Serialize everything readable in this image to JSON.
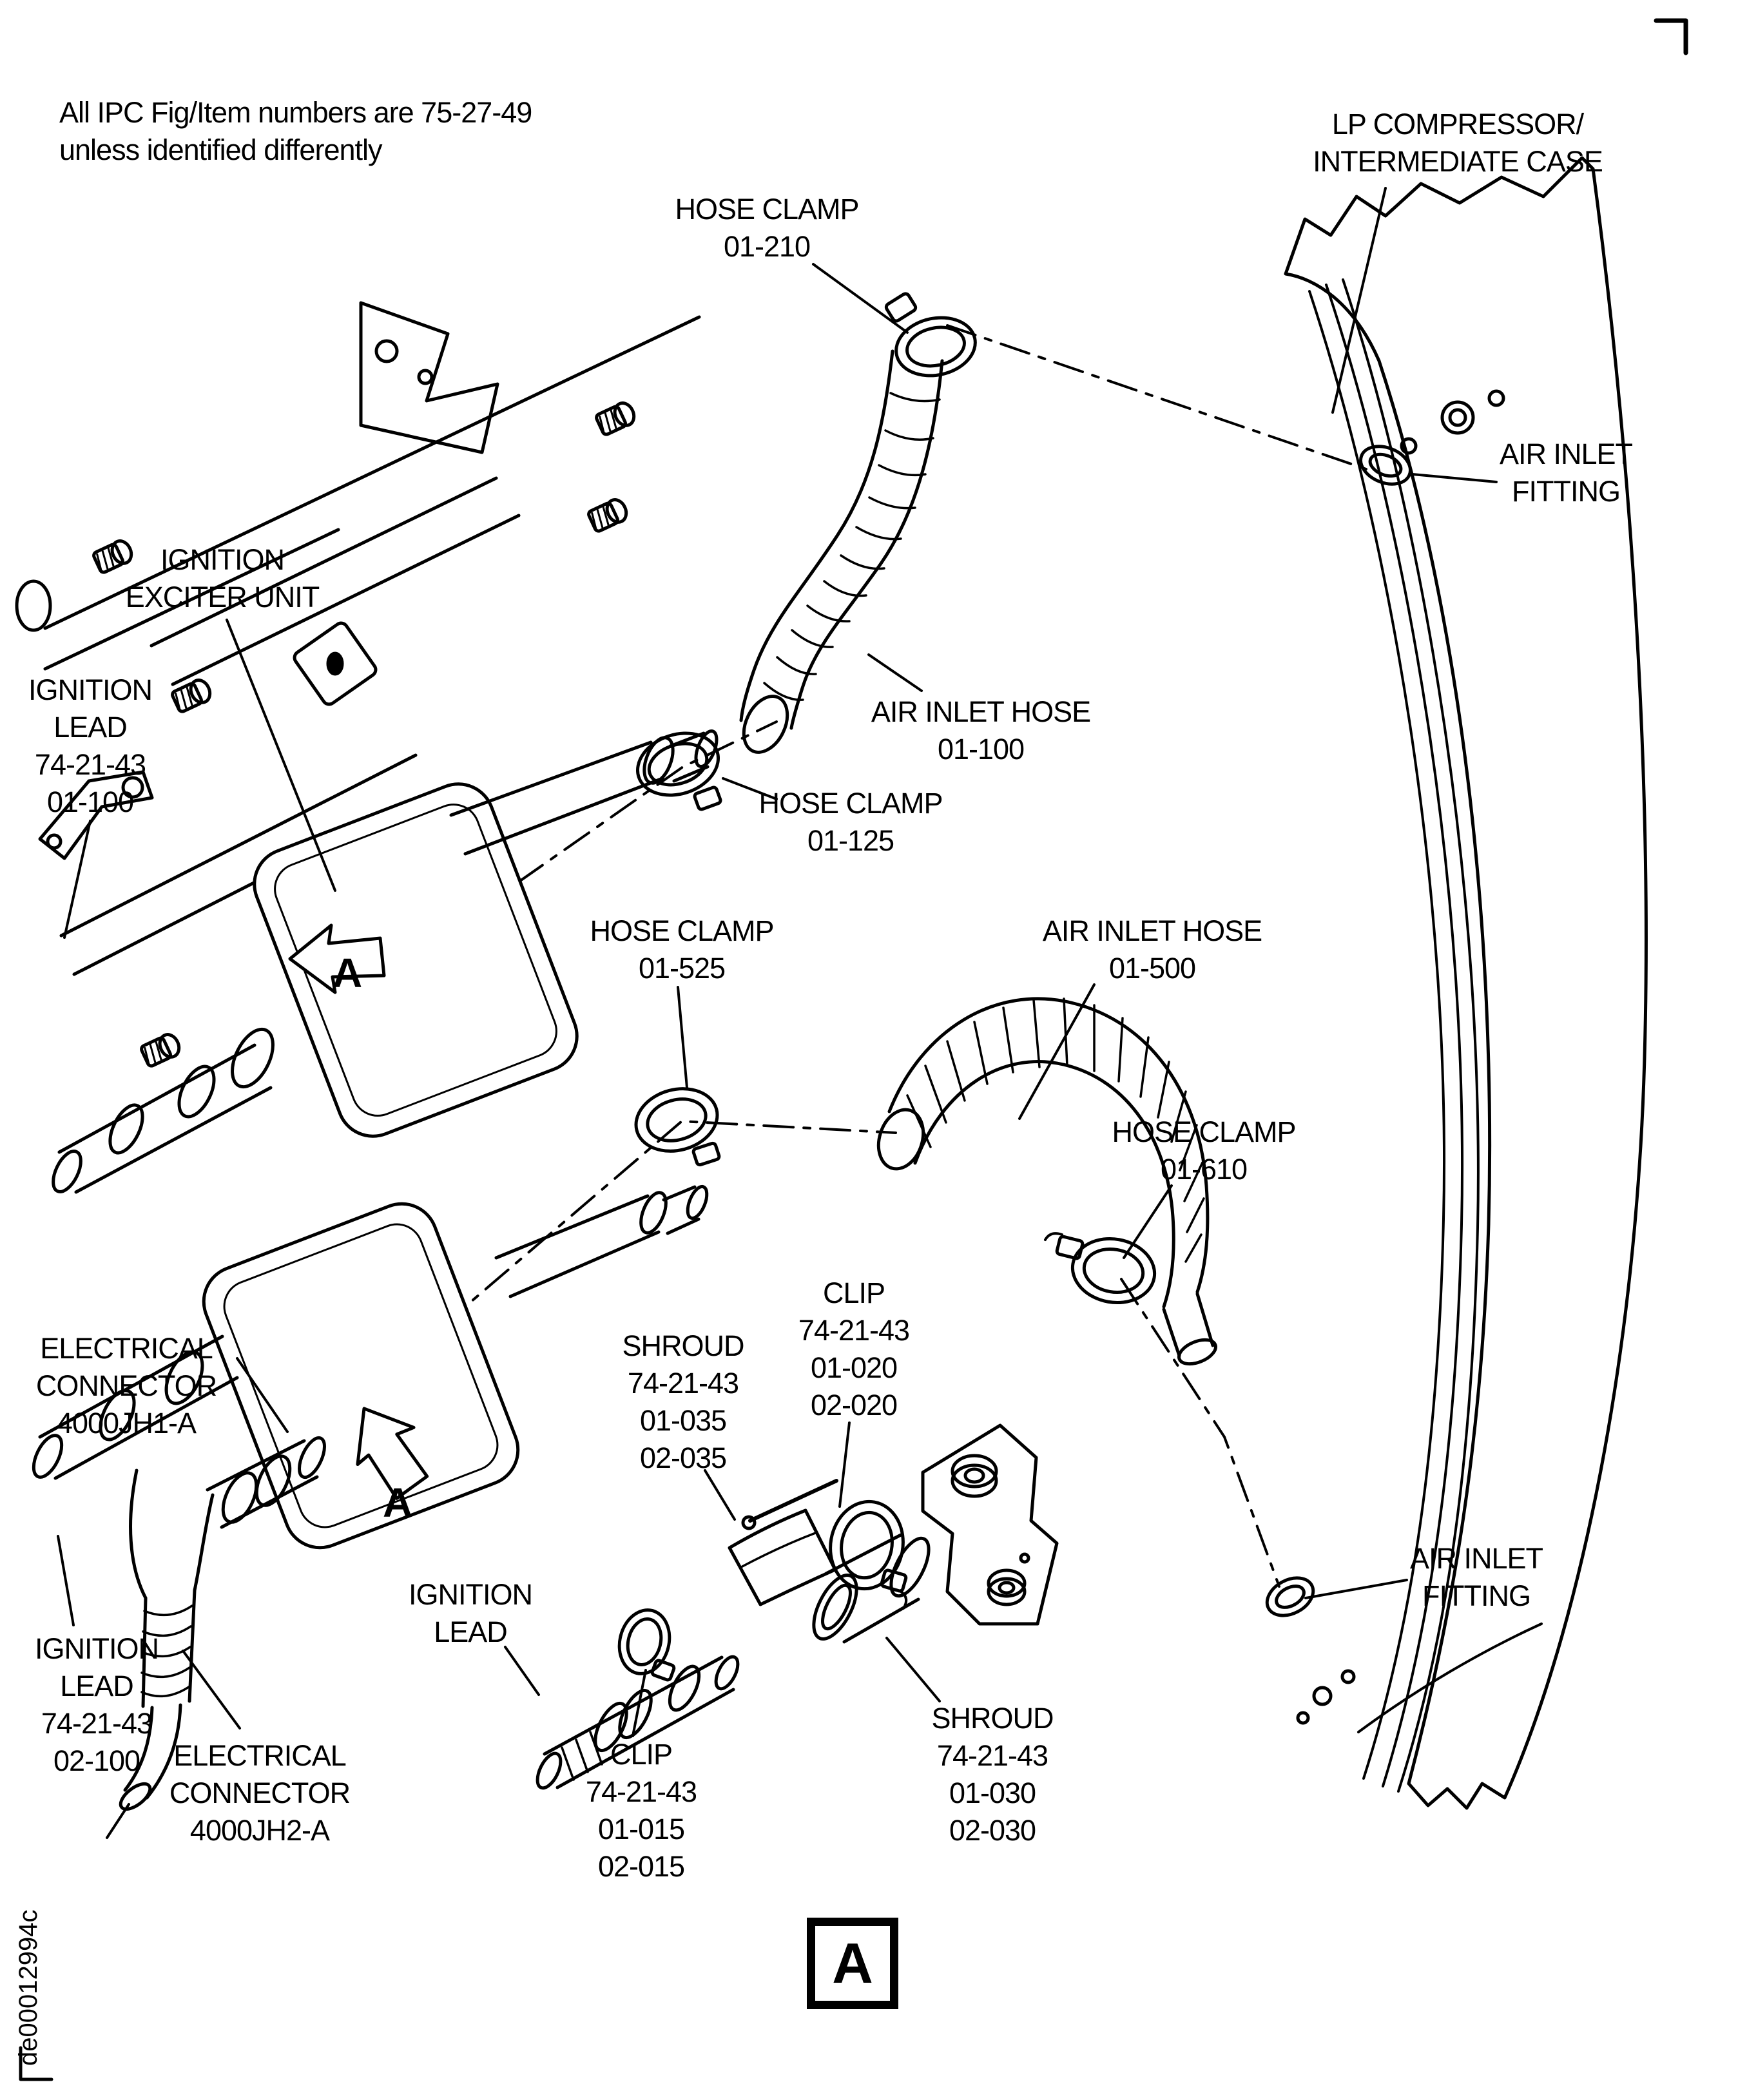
{
  "figure": {
    "note_line1": "All IPC Fig/Item numbers are 75-27-49",
    "note_line2": "unless identified differently",
    "doc_code": "de00012994c",
    "detail_letter": "A",
    "view_arrow_letter": "A",
    "ink_color": "#000000",
    "paper_color": "#ffffff"
  },
  "labels": {
    "lp_case": [
      "LP COMPRESSOR/",
      "INTERMEDIATE CASE"
    ],
    "hose_clamp_210": [
      "HOSE CLAMP",
      "01-210"
    ],
    "air_inlet_fitting_top": [
      "AIR INLET",
      "FITTING"
    ],
    "ignition_exciter_unit": [
      "IGNITION",
      "EXCITER UNIT"
    ],
    "ignition_lead_top": [
      "IGNITION",
      "LEAD",
      "74-21-43",
      "01-100"
    ],
    "air_inlet_hose_100": [
      "AIR INLET HOSE",
      "01-100"
    ],
    "hose_clamp_125": [
      "HOSE CLAMP",
      "01-125"
    ],
    "hose_clamp_525": [
      "HOSE CLAMP",
      "01-525"
    ],
    "air_inlet_hose_500": [
      "AIR INLET HOSE",
      "01-500"
    ],
    "hose_clamp_610": [
      "HOSE CLAMP",
      "01-610"
    ],
    "clip_020": [
      "CLIP",
      "74-21-43",
      "01-020",
      "02-020"
    ],
    "shroud_035": [
      "SHROUD",
      "74-21-43",
      "01-035",
      "02-035"
    ],
    "electrical_connector_1": [
      "ELECTRICAL",
      "CONNECTOR",
      "4000JH1-A"
    ],
    "ignition_lead_mid": [
      "IGNITION",
      "LEAD"
    ],
    "ignition_lead_bottom": [
      "IGNITION",
      "LEAD",
      "74-21-43",
      "02-100"
    ],
    "electrical_connector_2": [
      "ELECTRICAL",
      "CONNECTOR",
      "4000JH2-A"
    ],
    "clip_015": [
      "CLIP",
      "74-21-43",
      "01-015",
      "02-015"
    ],
    "shroud_030": [
      "SHROUD",
      "74-21-43",
      "01-030",
      "02-030"
    ],
    "air_inlet_fitting_bottom": [
      "AIR INLET",
      "FITTING"
    ]
  }
}
